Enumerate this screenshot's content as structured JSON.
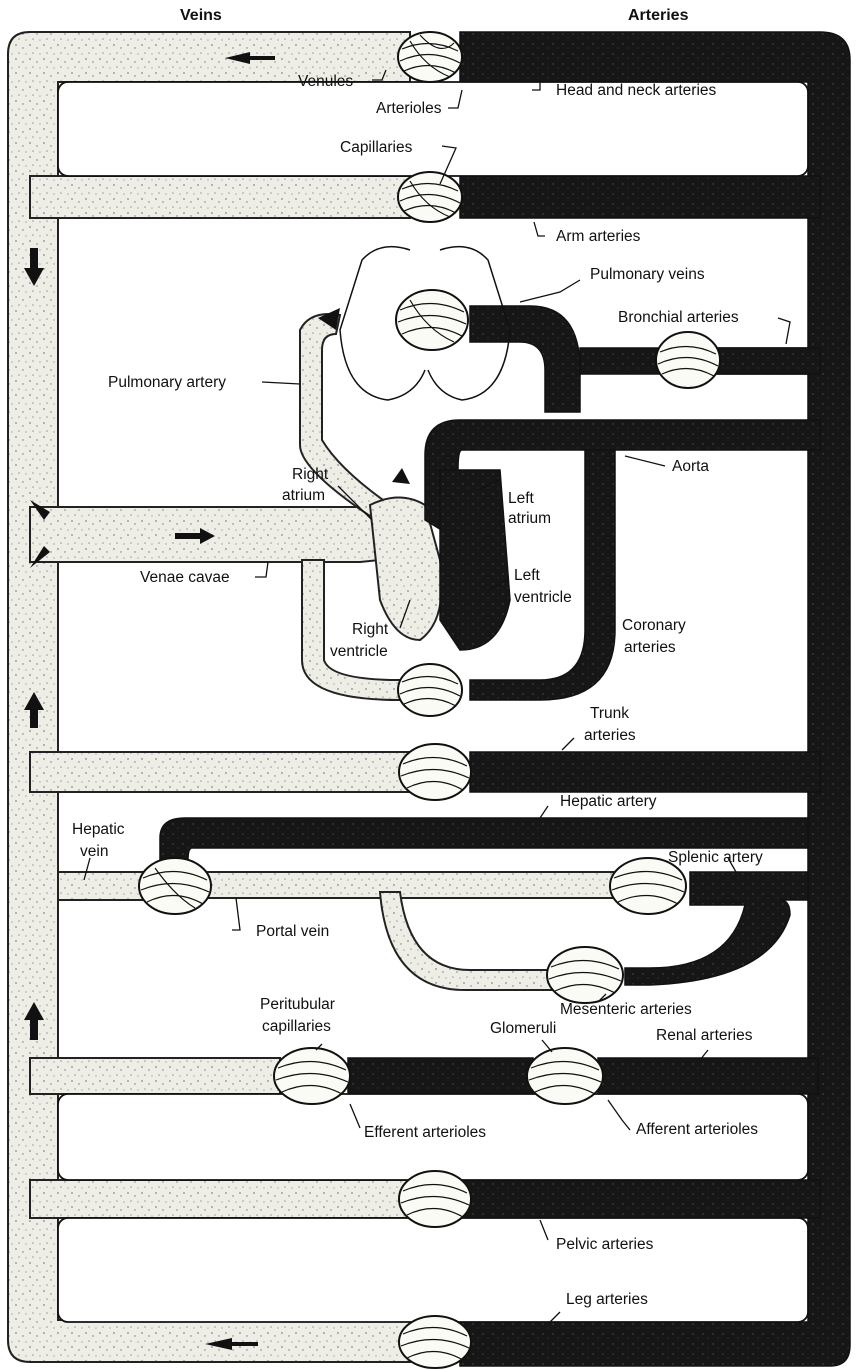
{
  "headers": {
    "veins": "Veins",
    "arteries": "Arteries"
  },
  "labels": {
    "venules": "Venules",
    "arterioles": "Arterioles",
    "head_neck_arteries": "Head and neck arteries",
    "capillaries": "Capillaries",
    "arm_arteries": "Arm arteries",
    "pulmonary_veins": "Pulmonary veins",
    "bronchial_arteries": "Bronchial arteries",
    "pulmonary_artery": "Pulmonary artery",
    "right_atrium_1": "Right",
    "right_atrium_2": "atrium",
    "aorta": "Aorta",
    "left_atrium_1": "Left",
    "left_atrium_2": "atrium",
    "venae_cavae": "Venae cavae",
    "left_ventricle_1": "Left",
    "left_ventricle_2": "ventricle",
    "right_ventricle_1": "Right",
    "right_ventricle_2": "ventricle",
    "coronary_arteries_1": "Coronary",
    "coronary_arteries_2": "arteries",
    "trunk_arteries_1": "Trunk",
    "trunk_arteries_2": "arteries",
    "hepatic_artery": "Hepatic artery",
    "hepatic_vein_1": "Hepatic",
    "hepatic_vein_2": "vein",
    "splenic_artery": "Splenic artery",
    "portal_vein": "Portal vein",
    "mesenteric_arteries": "Mesenteric arteries",
    "peritubular_1": "Peritubular",
    "peritubular_2": "capillaries",
    "glomeruli": "Glomeruli",
    "renal_arteries": "Renal arteries",
    "efferent_arterioles": "Efferent arterioles",
    "afferent_arterioles": "Afferent arterioles",
    "pelvic_arteries": "Pelvic arteries",
    "leg_arteries": "Leg arteries"
  },
  "colors": {
    "venous_fill": "#eeeee6",
    "arterial_fill": "#161616",
    "outline": "#111111"
  }
}
